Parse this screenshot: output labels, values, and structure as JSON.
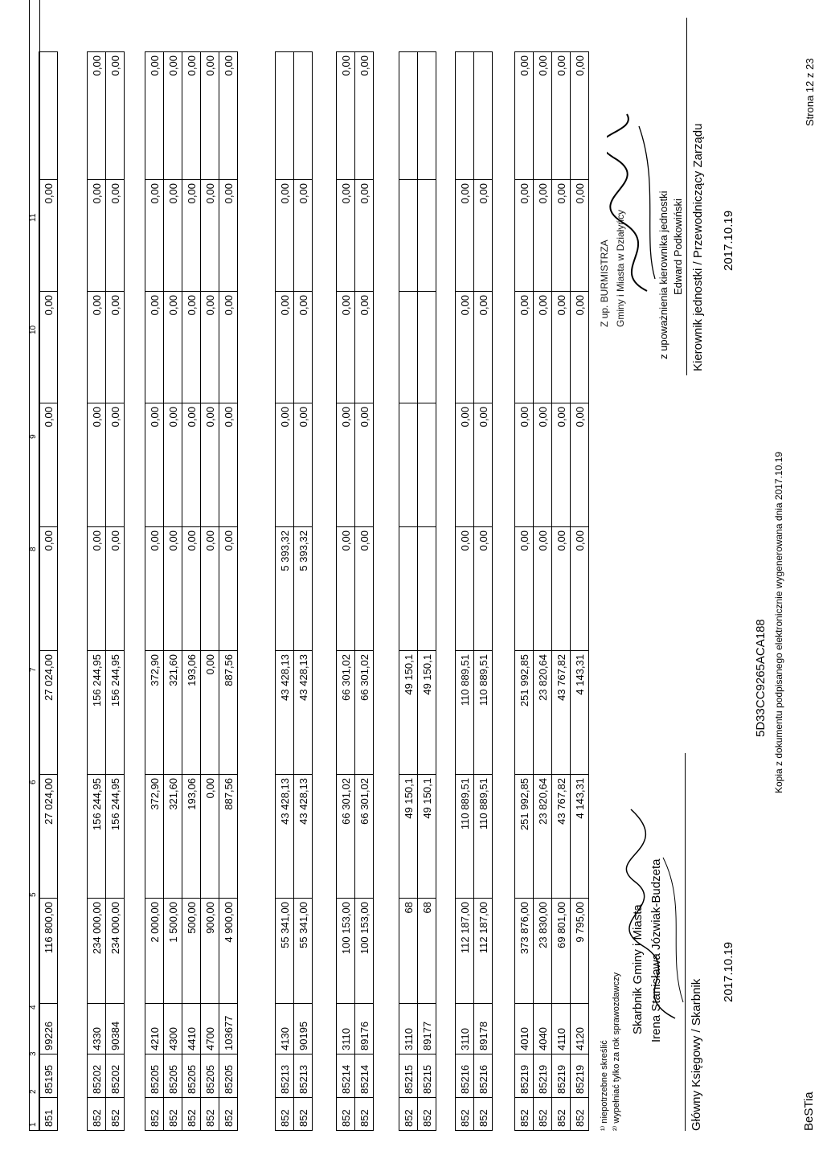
{
  "header": {
    "col_numbers": [
      "1",
      "2",
      "3",
      "4",
      "5",
      "6",
      "7",
      "8",
      "9",
      "10",
      "11"
    ]
  },
  "tables": [
    {
      "rows": [
        [
          "851",
          "85195",
          "99226",
          "116 800,00",
          "27 024,00",
          "27 024,00",
          "0,00",
          "0,00",
          "0,00",
          "0,00",
          ""
        ]
      ]
    },
    {
      "rows": [
        [
          "852",
          "85202",
          "4330",
          "234 000,00",
          "156 244,95",
          "156 244,95",
          "0,00",
          "0,00",
          "0,00",
          "0,00",
          "0,00"
        ],
        [
          "852",
          "85202",
          "90384",
          "234 000,00",
          "156 244,95",
          "156 244,95",
          "0,00",
          "0,00",
          "0,00",
          "0,00",
          "0,00"
        ]
      ]
    },
    {
      "rows": [
        [
          "852",
          "85205",
          "4210",
          "2 000,00",
          "372,90",
          "372,90",
          "0,00",
          "0,00",
          "0,00",
          "0,00",
          "0,00"
        ],
        [
          "852",
          "85205",
          "4300",
          "1 500,00",
          "321,60",
          "321,60",
          "0,00",
          "0,00",
          "0,00",
          "0,00",
          "0,00"
        ],
        [
          "852",
          "85205",
          "4410",
          "500,00",
          "193,06",
          "193,06",
          "0,00",
          "0,00",
          "0,00",
          "0,00",
          "0,00"
        ],
        [
          "852",
          "85205",
          "4700",
          "900,00",
          "0,00",
          "0,00",
          "0,00",
          "0,00",
          "0,00",
          "0,00",
          "0,00"
        ],
        [
          "852",
          "85205",
          "103677",
          "4 900,00",
          "887,56",
          "887,56",
          "0,00",
          "0,00",
          "0,00",
          "0,00",
          "0,00"
        ]
      ]
    },
    {
      "rows": [
        [
          "852",
          "85213",
          "4130",
          "55 341,00",
          "43 428,13",
          "43 428,13",
          "5 393,32",
          "0,00",
          "0,00",
          "0,00",
          ""
        ],
        [
          "852",
          "85213",
          "90195",
          "55 341,00",
          "43 428,13",
          "43 428,13",
          "5 393,32",
          "0,00",
          "0,00",
          "0,00",
          ""
        ]
      ]
    },
    {
      "rows": [
        [
          "852",
          "85214",
          "3110",
          "100 153,00",
          "66 301,02",
          "66 301,02",
          "0,00",
          "0,00",
          "0,00",
          "0,00",
          "0,00"
        ],
        [
          "852",
          "85214",
          "89176",
          "100 153,00",
          "66 301,02",
          "66 301,02",
          "0,00",
          "0,00",
          "0,00",
          "0,00",
          "0,00"
        ]
      ]
    },
    {
      "rows": [
        [
          "852",
          "85215",
          "3110",
          "68",
          "49 150,1",
          "49 150,1",
          "",
          "",
          "",
          "",
          ""
        ],
        [
          "852",
          "85215",
          "89177",
          "68",
          "49 150,1",
          "49 150,1",
          "",
          "",
          "",
          "",
          ""
        ]
      ]
    },
    {
      "rows": [
        [
          "852",
          "85216",
          "3110",
          "112 187,00",
          "110 889,51",
          "110 889,51",
          "0,00",
          "0,00",
          "0,00",
          "0,00",
          ""
        ],
        [
          "852",
          "85216",
          "89178",
          "112 187,00",
          "110 889,51",
          "110 889,51",
          "0,00",
          "0,00",
          "0,00",
          "0,00",
          ""
        ]
      ]
    },
    {
      "rows": [
        [
          "852",
          "85219",
          "4010",
          "373 876,00",
          "251 992,85",
          "251 992,85",
          "0,00",
          "0,00",
          "0,00",
          "0,00",
          "0,00"
        ],
        [
          "852",
          "85219",
          "4040",
          "23 830,00",
          "23 820,64",
          "23 820,64",
          "0,00",
          "0,00",
          "0,00",
          "0,00",
          "0,00"
        ],
        [
          "852",
          "85219",
          "4110",
          "69 801,00",
          "43 767,82",
          "43 767,82",
          "0,00",
          "0,00",
          "0,00",
          "0,00",
          "0,00"
        ],
        [
          "852",
          "85219",
          "4120",
          "9 795,00",
          "4 143,31",
          "4 143,31",
          "0,00",
          "0,00",
          "0,00",
          "0,00",
          "0,00"
        ]
      ]
    }
  ],
  "footer": {
    "note1": "¹⁾ niepotrzebne skreślić",
    "note2": "²⁾ wypełniać tylko za rok sprawozdawczy",
    "treasurer_title": "Skarbnik Gminy i Miasta",
    "treasurer_name": "Irena Stanisława Józwiak-Budzeta",
    "treasurer_role": "Główny Księgowy / Skarbnik",
    "left_date": "2017.10.19",
    "brand": "BeSTia",
    "doc_code": "5D33CC9265ACA188",
    "copy_note": "Kopia z dokumentu podpisanego elektronicznie wygenerowana dnia 2017.10.19",
    "stamp_line1": "Z up. BURMISTRZA",
    "stamp_line2": "Gminy i Miasta w Działyńcy",
    "authorized": "z upoważnienia kierownika jednostki",
    "head_name": "Edward Podkowiński",
    "head_role": "Kierownik jednostki / Przewodniczący Zarządu",
    "right_date": "2017.10.19",
    "page": "Strona 12 z 23"
  }
}
